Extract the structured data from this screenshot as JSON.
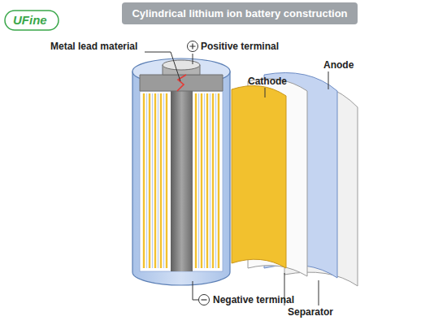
{
  "diagram": {
    "title": "Cylindrical lithium ion battery construction",
    "labels": [
      "UFine",
      "Metal lead material",
      "Positive terminal",
      "Cathode",
      "Anode",
      "Negative terminal",
      "Separator"
    ]
  }
}
